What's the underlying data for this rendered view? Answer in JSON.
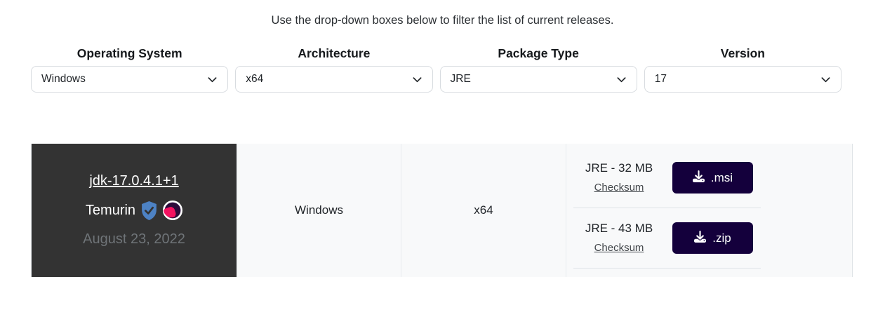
{
  "intro": "Use the drop-down boxes below to filter the list of current releases.",
  "filters": [
    {
      "label": "Operating System",
      "value": "Windows"
    },
    {
      "label": "Architecture",
      "value": "x64"
    },
    {
      "label": "Package Type",
      "value": "JRE"
    },
    {
      "label": "Version",
      "value": "17"
    }
  ],
  "release": {
    "name": "jdk-17.0.4.1+1",
    "vendor": "Temurin",
    "date": "August 23, 2022",
    "os": "Windows",
    "arch": "x64",
    "downloads": [
      {
        "label": "JRE - 32 MB",
        "checksum": "Checksum",
        "button": ".msi"
      },
      {
        "label": "JRE - 43 MB",
        "checksum": "Checksum",
        "button": ".zip"
      }
    ]
  },
  "icons": {
    "chevron": "chevron-down-icon",
    "verified": "verified-shield-icon",
    "logo": "temurin-logo-icon",
    "download": "download-icon"
  },
  "colors": {
    "button_purple": "#14003c",
    "logo_pink": "#f31260",
    "shield_blue": "#4d82c4",
    "release_cell_bg": "#333333",
    "cell_bg": "#f8f9fa"
  }
}
